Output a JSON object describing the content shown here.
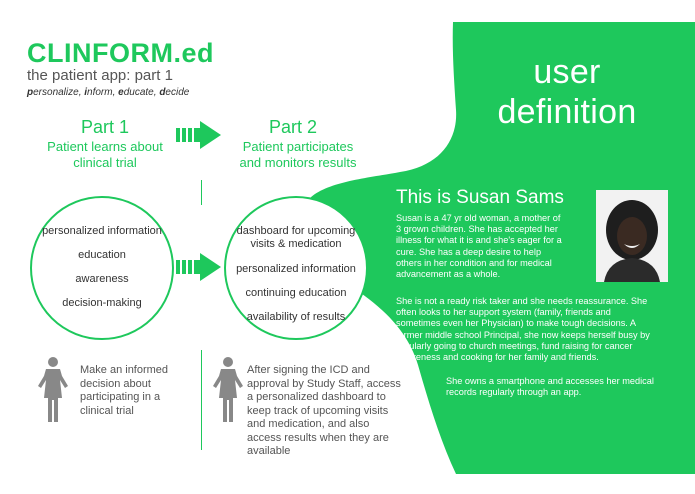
{
  "brand": {
    "logo": "CLINFORM.ed",
    "subtitle": "the patient app: part 1",
    "tagline": [
      {
        "lead": "p",
        "rest": "ersonalize, "
      },
      {
        "lead": "i",
        "rest": "nform, "
      },
      {
        "lead": "e",
        "rest": "ducate, "
      },
      {
        "lead": "d",
        "rest": "ecide"
      }
    ]
  },
  "part1": {
    "title": "Part 1",
    "desc_line1": "Patient learns about",
    "desc_line2": "clinical trial",
    "items": [
      "personalized information",
      "education",
      "awareness",
      "decision-making"
    ],
    "note": [
      "Make an informed",
      "decision about",
      "participating in a",
      "clinical trial"
    ]
  },
  "part2": {
    "title": "Part 2",
    "desc_line1": "Patient participates",
    "desc_line2": "and monitors results",
    "items": [
      [
        "dashboard for upcoming",
        "visits & medication"
      ],
      [
        "personalized information"
      ],
      [
        "continuing education"
      ],
      [
        "availability of results"
      ]
    ],
    "note": [
      "After signing the ICD and",
      "approval by Study Staff, access",
      "a personalized dashboard to",
      "keep track of upcoming visits",
      "and medication, and also",
      "access results when they are",
      "available"
    ]
  },
  "user_definition": {
    "line1": "user",
    "line2": "definition"
  },
  "persona": {
    "title": "This is Susan Sams",
    "para1": [
      "Susan is a 47 yr old woman, a mother of",
      "3 grown children. She has accepted her",
      "illness for what it is and she's eager for a",
      "cure. She has a deep desire to help",
      "others in her condition and for medical",
      "advancement as a whole."
    ],
    "para2": [
      "She is not a ready risk taker and she needs reassurance. She",
      "often looks to her  support system (family, friends and",
      "sometimes even her Physician) to make tough decisions. A",
      "former middle school Principal, she now keeps herself busy by",
      "regularly going to church meetings, fund raising for cancer",
      "awareness and cooking for her family and friends."
    ],
    "para3": [
      "She owns a smartphone and accesses her medical",
      "records regularly through an app."
    ]
  },
  "colors": {
    "accent": "#1ec85c",
    "text": "#555555"
  }
}
